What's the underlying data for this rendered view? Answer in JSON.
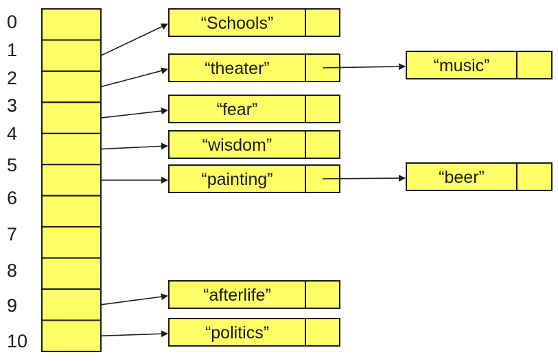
{
  "colors": {
    "fill": "#ffff66",
    "stroke": "#1a1a1a",
    "text": "#1a1a1a"
  },
  "bucket_labels": [
    "0",
    "1",
    "2",
    "3",
    "4",
    "5",
    "6",
    "7",
    "8",
    "9",
    "10"
  ],
  "nodes": [
    {
      "id": "schools",
      "label": "“Schools”"
    },
    {
      "id": "theater",
      "label": "“theater”"
    },
    {
      "id": "music",
      "label": "“music”"
    },
    {
      "id": "fear",
      "label": "“fear”"
    },
    {
      "id": "wisdom",
      "label": "“wisdom”"
    },
    {
      "id": "painting",
      "label": "“painting”"
    },
    {
      "id": "beer",
      "label": "“beer”"
    },
    {
      "id": "afterlife",
      "label": "“afterlife”"
    },
    {
      "id": "politics",
      "label": "“politics”"
    }
  ],
  "edges": [
    {
      "from": "bucket-1",
      "to": "schools"
    },
    {
      "from": "bucket-2",
      "to": "theater"
    },
    {
      "from": "theater",
      "to": "music"
    },
    {
      "from": "bucket-3",
      "to": "fear"
    },
    {
      "from": "bucket-4",
      "to": "wisdom"
    },
    {
      "from": "bucket-5",
      "to": "painting"
    },
    {
      "from": "painting",
      "to": "beer"
    },
    {
      "from": "bucket-9",
      "to": "afterlife"
    },
    {
      "from": "bucket-10",
      "to": "politics"
    }
  ]
}
